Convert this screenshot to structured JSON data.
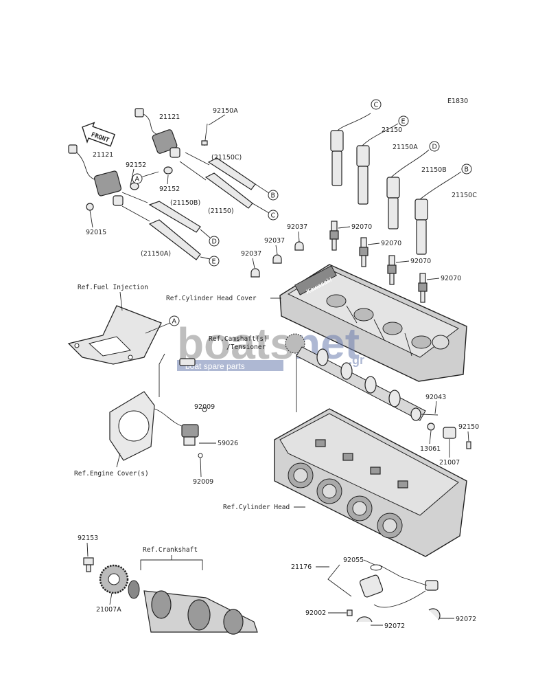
{
  "diagram_code": "E1830",
  "front_label": "FRONT",
  "refs": {
    "fuel_injection": "Ref.Fuel Injection",
    "cylinder_head_cover": "Ref.Cylinder Head Cover",
    "camshaft": "Ref.Camshaft(s)",
    "tensioner": "/Tensioner",
    "engine_cover": "Ref.Engine Cover(s)",
    "cylinder_head": "Ref.Cylinder Head",
    "crankshaft": "Ref.Crankshaft"
  },
  "parts": {
    "p21121_upper": "21121",
    "p92150A": "92150A",
    "p21121_left": "21121",
    "p92152_a": "92152",
    "p92152_b": "92152",
    "p21150C_paren": "(21150C)",
    "p21150_paren": "(21150)",
    "p21150B_paren": "(21150B)",
    "p21150A_paren": "(21150A)",
    "p92015": "92015",
    "p21150": "21150",
    "p21150A": "21150A",
    "p21150B": "21150B",
    "p21150C": "21150C",
    "p92037_a": "92037",
    "p92037_b": "92037",
    "p92037_c": "92037",
    "p92070_a": "92070",
    "p92070_b": "92070",
    "p92070_c": "92070",
    "p92070_d": "92070",
    "p92043": "92043",
    "p92150": "92150",
    "p13061": "13061",
    "p21007": "21007",
    "p92009_a": "92009",
    "p59026": "59026",
    "p92009_b": "92009",
    "p92153": "92153",
    "p21007A": "21007A",
    "p21176": "21176",
    "p92055": "92055",
    "p92002": "92002",
    "p92072_a": "92072",
    "p92072_b": "92072"
  },
  "callouts": {
    "A": "A",
    "B": "B",
    "C": "C",
    "D": "D",
    "E": "E"
  },
  "watermark": {
    "brand": "boats",
    "suffix": "net",
    "tagline": "boat spare parts",
    "tld": ".gr"
  },
  "cover_logo": "Kawasaki"
}
